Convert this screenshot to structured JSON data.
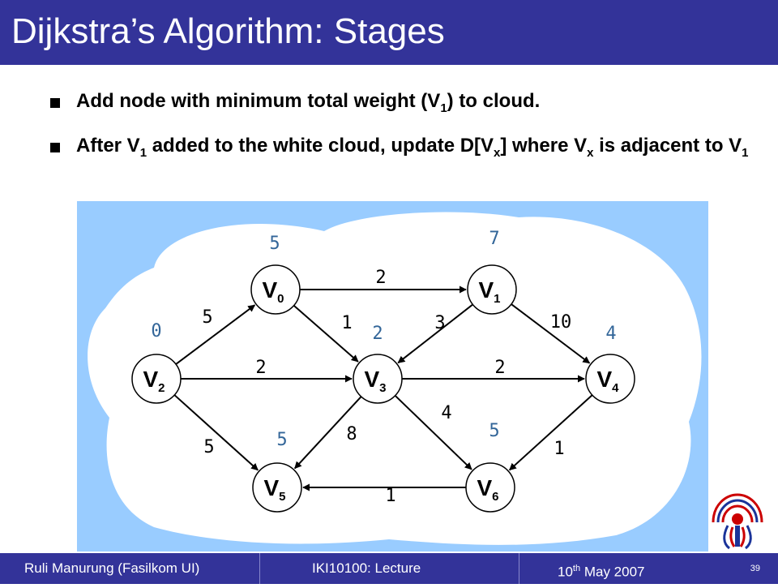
{
  "slide": {
    "title": "Dijkstra’s Algorithm: Stages",
    "bullets": [
      {
        "parts": [
          "Add node with minimum total weight (V",
          "1",
          ") to cloud."
        ]
      },
      {
        "parts": [
          "After V",
          "1",
          " added to the white cloud, update D[V",
          "x",
          "] where V",
          "x",
          " is adjacent to V",
          "1"
        ]
      }
    ]
  },
  "graph": {
    "colors": {
      "background": "#99CCFF",
      "cloud": "#FFFFFF",
      "node_fill": "#FFFFFF",
      "edge": "#000000",
      "distance_label": "#336699",
      "weight_label": "#000000"
    },
    "nodes": [
      {
        "id": "V0",
        "letter": "V",
        "sub": "0",
        "distance": "5"
      },
      {
        "id": "V1",
        "letter": "V",
        "sub": "1",
        "distance": "7"
      },
      {
        "id": "V2",
        "letter": "V",
        "sub": "2",
        "distance": "0"
      },
      {
        "id": "V3",
        "letter": "V",
        "sub": "3",
        "distance": "2"
      },
      {
        "id": "V4",
        "letter": "V",
        "sub": "4",
        "distance": "4"
      },
      {
        "id": "V5",
        "letter": "V",
        "sub": "5",
        "distance": "5"
      },
      {
        "id": "V6",
        "letter": "V",
        "sub": "6",
        "distance": "5"
      }
    ],
    "edges": [
      {
        "from": "V0",
        "to": "V1",
        "weight": "2"
      },
      {
        "from": "V0",
        "to": "V3",
        "weight": "1"
      },
      {
        "from": "V1",
        "to": "V3",
        "weight": "3"
      },
      {
        "from": "V1",
        "to": "V4",
        "weight": "10"
      },
      {
        "from": "V2",
        "to": "V0",
        "weight": "5"
      },
      {
        "from": "V2",
        "to": "V3",
        "weight": "2"
      },
      {
        "from": "V2",
        "to": "V5",
        "weight": "5"
      },
      {
        "from": "V3",
        "to": "V4",
        "weight": "2"
      },
      {
        "from": "V3",
        "to": "V5",
        "weight": "8"
      },
      {
        "from": "V3",
        "to": "V6",
        "weight": "4"
      },
      {
        "from": "V4",
        "to": "V6",
        "weight": "1"
      },
      {
        "from": "V6",
        "to": "V5",
        "weight": "1"
      }
    ]
  },
  "footer": {
    "author": "Ruli Manurung (Fasilkom UI)",
    "course": "IKI10100: Lecture",
    "date_day": "10",
    "date_suffix": "th",
    "date_rest": " May 2007",
    "page": "39",
    "bar_color": "#333399"
  }
}
